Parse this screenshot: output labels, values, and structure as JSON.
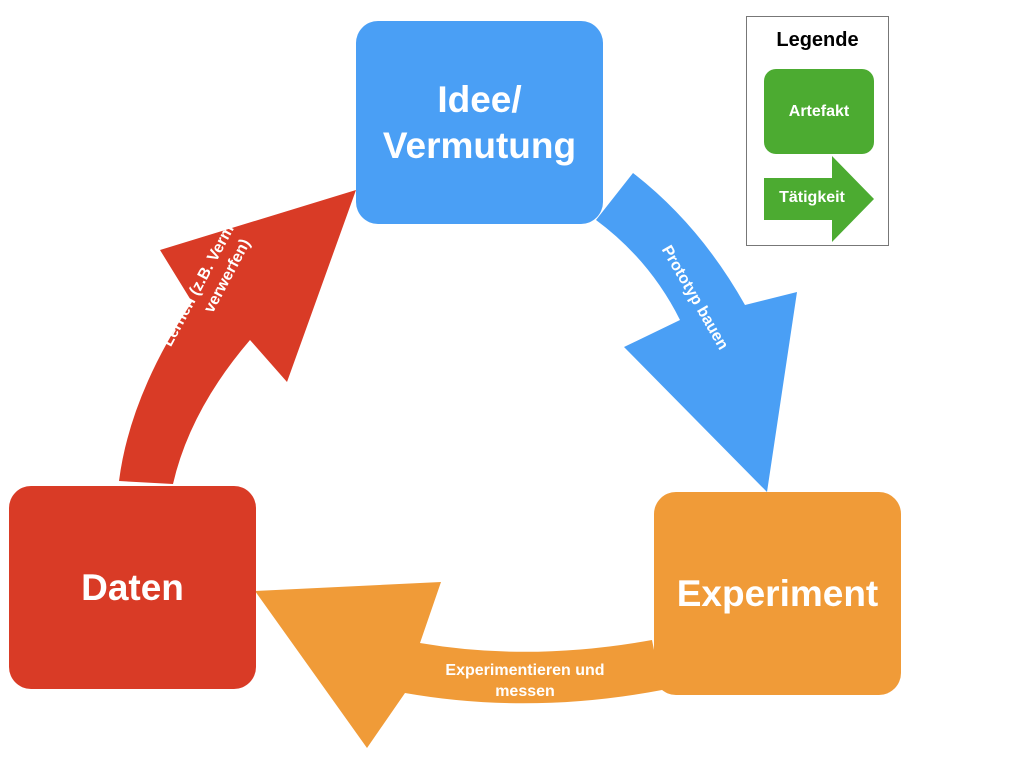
{
  "colors": {
    "idea": "#4a9ff5",
    "experiment": "#f09b38",
    "data": "#d93b26",
    "legend": "#4cab31"
  },
  "nodes": {
    "idea_line1": "Idee/",
    "idea_line2": "Vermutung",
    "experiment": "Experiment",
    "data": "Daten"
  },
  "edges": {
    "prototype": "Prototyp bauen",
    "experimentieren_line1": "Experimentieren und",
    "experimentieren_line2": "messen",
    "lernen_line1": "Lernen (z.B. Vermutung",
    "lernen_line2": "verwerfen)"
  },
  "legend": {
    "title": "Legende",
    "artefact": "Artefakt",
    "activity": "Tätigkeit"
  }
}
